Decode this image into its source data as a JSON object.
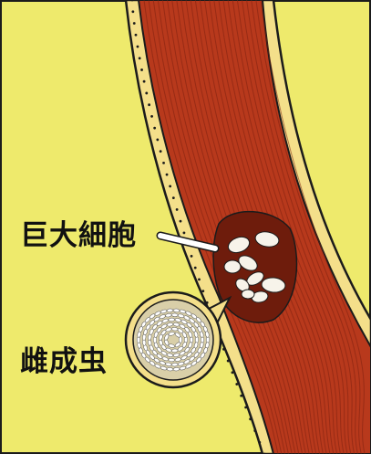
{
  "labels": {
    "giant_cell": "巨大細胞",
    "female_adult": "雌成虫"
  },
  "colors": {
    "background": "#eeea6c",
    "muscle": "#b8391c",
    "muscle_dark": "#7d2010",
    "sheath": "#f4df8a",
    "outline": "#1b1b1b",
    "cells": "#f7f3ea"
  },
  "icons": {
    "muscle_fiber": "striated-muscle-fiber-illustration",
    "giant_cell_cluster": "giant-cell-cluster-illustration",
    "larva_cyst": "coiled-larva-cyst-illustration"
  }
}
